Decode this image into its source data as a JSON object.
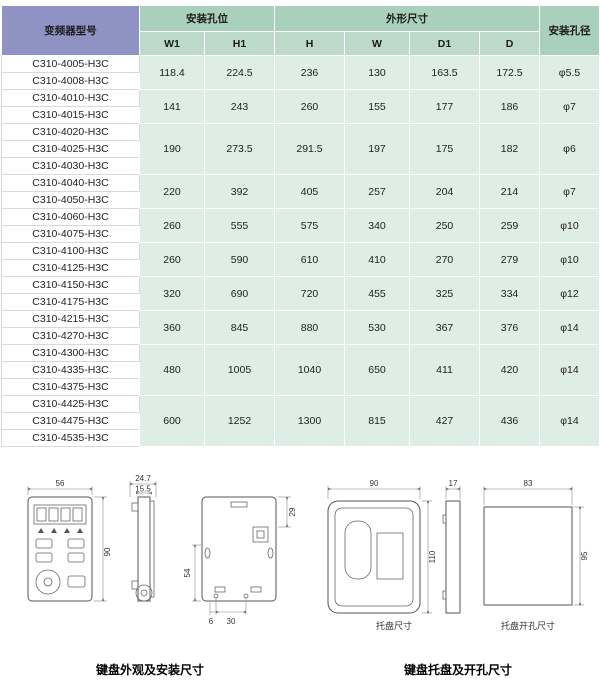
{
  "colors": {
    "header_purple": "#8e93c4",
    "header_green": "#a9cfbd",
    "subheader_green": "#bcd9ca",
    "cell_green": "#deede5"
  },
  "table": {
    "header": {
      "model": "变频器型号",
      "mount_holes": "安装孔位",
      "outline": "外形尺寸",
      "hole_dia": "安装孔径",
      "cols": [
        "W1",
        "H1",
        "H",
        "W",
        "D1",
        "D"
      ]
    },
    "groups": [
      {
        "models": [
          "C310-4005-H3C",
          "C310-4008-H3C"
        ],
        "w1": "118.4",
        "h1": "224.5",
        "h": "236",
        "w": "130",
        "d1": "163.5",
        "d": "172.5",
        "hole": "φ5.5"
      },
      {
        "models": [
          "C310-4010-H3C",
          "C310-4015-H3C"
        ],
        "w1": "141",
        "h1": "243",
        "h": "260",
        "w": "155",
        "d1": "177",
        "d": "186",
        "hole": "φ7"
      },
      {
        "models": [
          "C310-4020-H3C",
          "C310-4025-H3C",
          "C310-4030-H3C"
        ],
        "w1": "190",
        "h1": "273.5",
        "h": "291.5",
        "w": "197",
        "d1": "175",
        "d": "182",
        "hole": "φ6"
      },
      {
        "models": [
          "C310-4040-H3C",
          "C310-4050-H3C"
        ],
        "w1": "220",
        "h1": "392",
        "h": "405",
        "w": "257",
        "d1": "204",
        "d": "214",
        "hole": "φ7"
      },
      {
        "models": [
          "C310-4060-H3C",
          "C310-4075-H3C"
        ],
        "w1": "260",
        "h1": "555",
        "h": "575",
        "w": "340",
        "d1": "250",
        "d": "259",
        "hole": "φ10"
      },
      {
        "models": [
          "C310-4100-H3C",
          "C310-4125-H3C"
        ],
        "w1": "260",
        "h1": "590",
        "h": "610",
        "w": "410",
        "d1": "270",
        "d": "279",
        "hole": "φ10"
      },
      {
        "models": [
          "C310-4150-H3C",
          "C310-4175-H3C"
        ],
        "w1": "320",
        "h1": "690",
        "h": "720",
        "w": "455",
        "d1": "325",
        "d": "334",
        "hole": "φ12"
      },
      {
        "models": [
          "C310-4215-H3C",
          "C310-4270-H3C"
        ],
        "w1": "360",
        "h1": "845",
        "h": "880",
        "w": "530",
        "d1": "367",
        "d": "376",
        "hole": "φ14"
      },
      {
        "models": [
          "C310-4300-H3C",
          "C310-4335-H3C",
          "C310-4375-H3C"
        ],
        "w1": "480",
        "h1": "1005",
        "h": "1040",
        "w": "650",
        "d1": "411",
        "d": "420",
        "hole": "φ14"
      },
      {
        "models": [
          "C310-4425-H3C",
          "C310-4475-H3C",
          "C310-4535-H3C"
        ],
        "w1": "600",
        "h1": "1252",
        "h": "1300",
        "w": "815",
        "d1": "427",
        "d": "436",
        "hole": "φ14"
      }
    ]
  },
  "drawings": {
    "keypad": {
      "caption": "键盘外观及安装尺寸",
      "dims": {
        "front_w": "56",
        "front_h": "90",
        "depth": "24.7",
        "depth_inner": "15.5",
        "rear_top": "29",
        "rear_side": "54",
        "bottom_a": "6",
        "bottom_b": "30"
      }
    },
    "tray": {
      "caption": "键盘托盘及开孔尺寸",
      "sub_front": "托盘尺寸",
      "sub_cut": "托盘开孔尺寸",
      "dims": {
        "front_w": "90",
        "front_h": "110",
        "side_w": "17",
        "cut_w": "83",
        "cut_h": "95"
      }
    }
  }
}
